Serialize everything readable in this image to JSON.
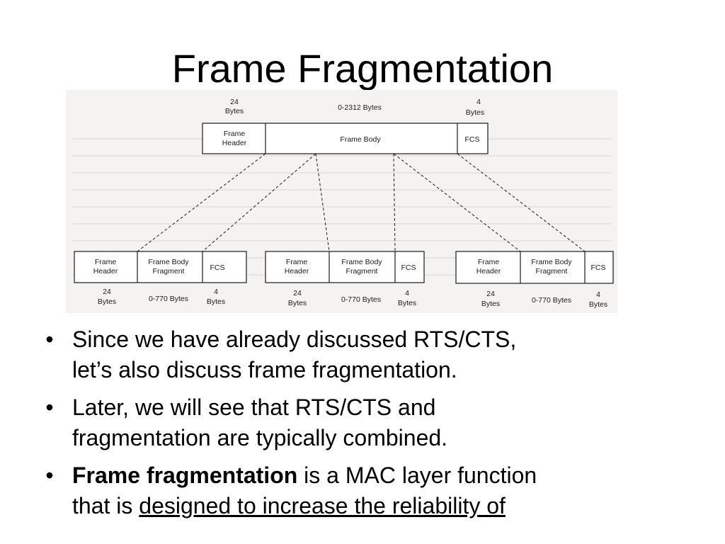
{
  "slide": {
    "title": "Frame Fragmentation"
  },
  "diagram": {
    "top": {
      "header_size": "24",
      "header_unit": "Bytes",
      "body_size": "0-2312 Bytes",
      "fcs_size": "4",
      "fcs_unit": "Bytes",
      "header_label_1": "Frame",
      "header_label_2": "Header",
      "body_label": "Frame Body",
      "fcs_label": "FCS"
    },
    "fragments": [
      {
        "header_label_1": "Frame",
        "header_label_2": "Header",
        "body_label_1": "Frame Body",
        "body_label_2": "Fragment",
        "fcs_label": "FCS",
        "header_size": "24",
        "header_unit": "Bytes",
        "body_size": "0-770 Bytes",
        "fcs_size": "4",
        "fcs_unit": "Bytes"
      },
      {
        "header_label_1": "Frame",
        "header_label_2": "Header",
        "body_label_1": "Frame Body",
        "body_label_2": "Fragment",
        "fcs_label": "FCS",
        "header_size": "24",
        "header_unit": "Bytes",
        "body_size": "0-770 Bytes",
        "fcs_size": "4",
        "fcs_unit": "Bytes"
      },
      {
        "header_label_1": "Frame",
        "header_label_2": "Header",
        "body_label_1": "Frame Body",
        "body_label_2": "Fragment",
        "fcs_label": "FCS",
        "header_size": "24",
        "header_unit": "Bytes",
        "body_size": "0-770 Bytes",
        "fcs_size": "4",
        "fcs_unit": "Bytes"
      }
    ]
  },
  "bullets": [
    {
      "line1": "Since we have already discussed RTS/CTS,",
      "line2": "let’s also discuss frame fragmentation."
    },
    {
      "line1": "Later, we will see that RTS/CTS and",
      "line2": "fragmentation are typically combined."
    },
    {
      "bold": "Frame fragmentation",
      "rest": " is a MAC layer function",
      "line2_plain": "that is ",
      "line2_underlined": "designed to increase the reliability of"
    }
  ],
  "colors": {
    "background": "#ffffff",
    "figure_background": "#f4f3f1",
    "lines": "#1a1a1a"
  }
}
